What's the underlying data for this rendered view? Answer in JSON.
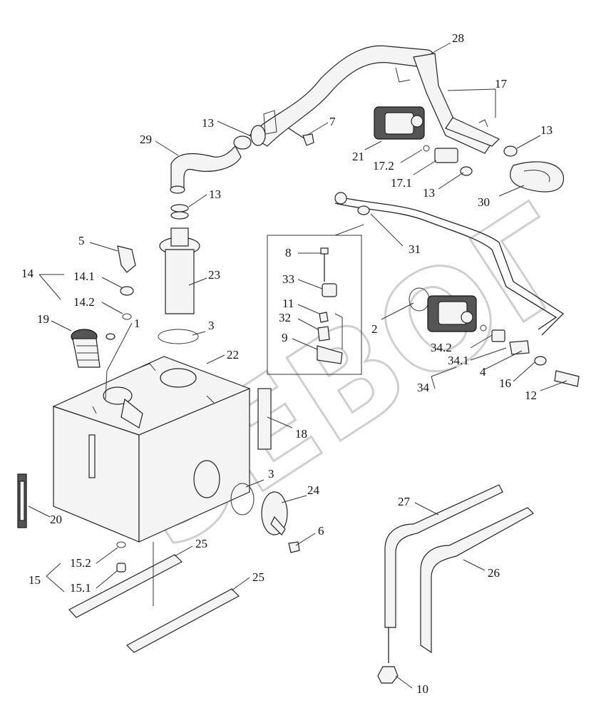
{
  "watermark": "ЭЕВОГ",
  "labels": {
    "l28": "28",
    "l17": "17",
    "l13a": "13",
    "l7": "7",
    "l29": "29",
    "l13b": "13",
    "l21": "21",
    "l17_2": "17.2",
    "l17_1": "17.1",
    "l13c": "13",
    "l30": "30",
    "l13d": "13",
    "l23": "23",
    "l5": "5",
    "l14": "14",
    "l14_1": "14.1",
    "l14_2": "14.2",
    "l19": "19",
    "l1": "1",
    "l3a": "3",
    "l22": "22",
    "l8": "8",
    "l33": "33",
    "l11": "11",
    "l32": "32",
    "l9": "9",
    "l31": "31",
    "l2": "2",
    "l34_2": "34.2",
    "l34_1": "34.1",
    "l4": "4",
    "l34": "34",
    "l16": "16",
    "l12": "12",
    "l18": "18",
    "l20": "20",
    "l3b": "3",
    "l24": "24",
    "l6": "6",
    "l25a": "25",
    "l15_2": "15.2",
    "l15": "15",
    "l15_1": "15.1",
    "l25b": "25",
    "l27": "27",
    "l26": "26",
    "l10": "10"
  }
}
